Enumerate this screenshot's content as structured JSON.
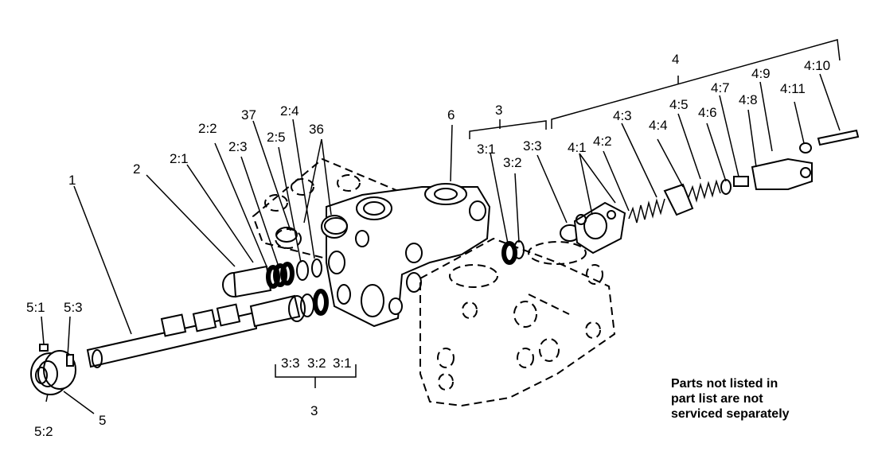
{
  "labels": {
    "l1": "1",
    "l2": "2",
    "l2_1": "2:1",
    "l2_2": "2:2",
    "l2_3": "2:3",
    "l2_4": "2:4",
    "l2_5": "2:5",
    "l37": "37",
    "l36": "36",
    "l6": "6",
    "l3_top": "3",
    "l3_1_top": "3:1",
    "l3_2_top": "3:2",
    "l3_3_top": "3:3",
    "l4": "4",
    "l4_1": "4:1",
    "l4_2": "4:2",
    "l4_3": "4:3",
    "l4_4": "4:4",
    "l4_5": "4:5",
    "l4_6": "4:6",
    "l4_7": "4:7",
    "l4_8": "4:8",
    "l4_9": "4:9",
    "l4_10": "4:10",
    "l4_11": "4:11",
    "l5": "5",
    "l5_1": "5:1",
    "l5_2": "5:2",
    "l5_3": "5:3",
    "l3_3_bot": "3:3",
    "l3_2_bot": "3:2",
    "l3_1_bot": "3:1",
    "l3_bot": "3"
  },
  "note": {
    "line1": "Parts not listed in",
    "line2": "part list are not",
    "line3": "serviced separately"
  }
}
